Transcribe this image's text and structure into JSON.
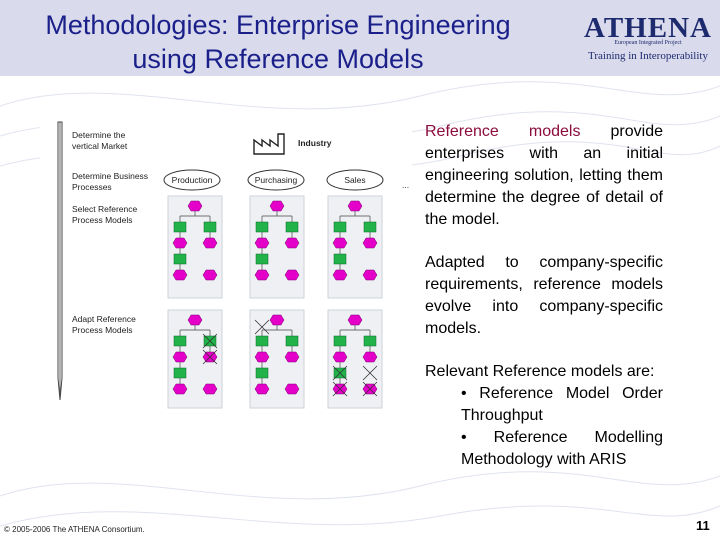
{
  "slide": {
    "title_line1": "Methodologies: Enterprise Engineering",
    "title_line2": "using Reference Models",
    "logo": {
      "name": "ATHENA",
      "subtitle": "European Integrated Project",
      "tagline": "Training in Interoperability"
    },
    "footer": "© 2005-2006 The ATHENA Consortium.",
    "page_number": "11"
  },
  "diagram": {
    "steps": [
      "Determine the",
      "vertical Market",
      "Determine Business",
      "Processes",
      "Select Reference",
      "Process Models",
      "Adapt Reference",
      "Process Models"
    ],
    "industry_label": "Industry",
    "processes": [
      "Production",
      "Purchasing",
      "Sales"
    ],
    "ellipsis": "..."
  },
  "text": {
    "p1_highlight": "Reference models",
    "p1_rest": " provide enterprises with an initial engineering solution, letting them determine the degree of detail of the model.",
    "p2": "Adapted to company-specific requirements, reference models evolve into company-specific models.",
    "p3": "Relevant Reference models are:",
    "bullets": [
      "• Reference Model Order Throughput",
      "• Reference Modelling Methodology with ARIS"
    ]
  },
  "colors": {
    "title": "#1a1f8a",
    "header_band": "#d9dbec",
    "event": "#e400c9",
    "function": "#21b24a",
    "accent_text": "#8b0c3c"
  }
}
